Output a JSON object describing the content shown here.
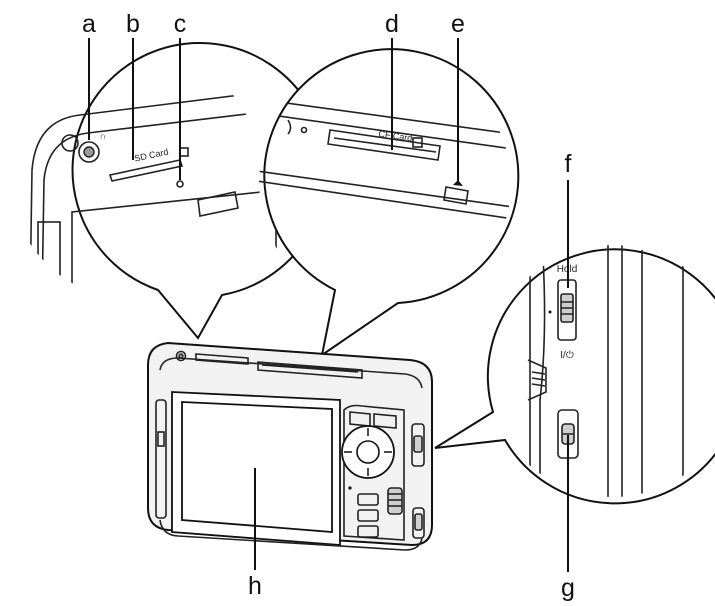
{
  "labels": {
    "a": "a",
    "b": "b",
    "c": "c",
    "d": "d",
    "e": "e",
    "f": "f",
    "g": "g",
    "h": "h"
  },
  "device_text": {
    "sd_slot": "SD Card",
    "cf_slot": "CF Card",
    "hold": "Hold",
    "power": "I/⏻"
  }
}
